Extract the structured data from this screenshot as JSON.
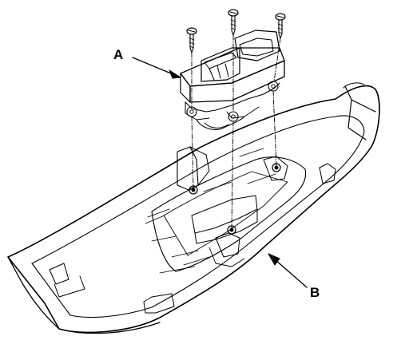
{
  "callouts": {
    "a": "A",
    "b": "B"
  },
  "parts": {
    "screws": 3,
    "ink_color": "#000000",
    "paper_color": "#ffffff"
  }
}
